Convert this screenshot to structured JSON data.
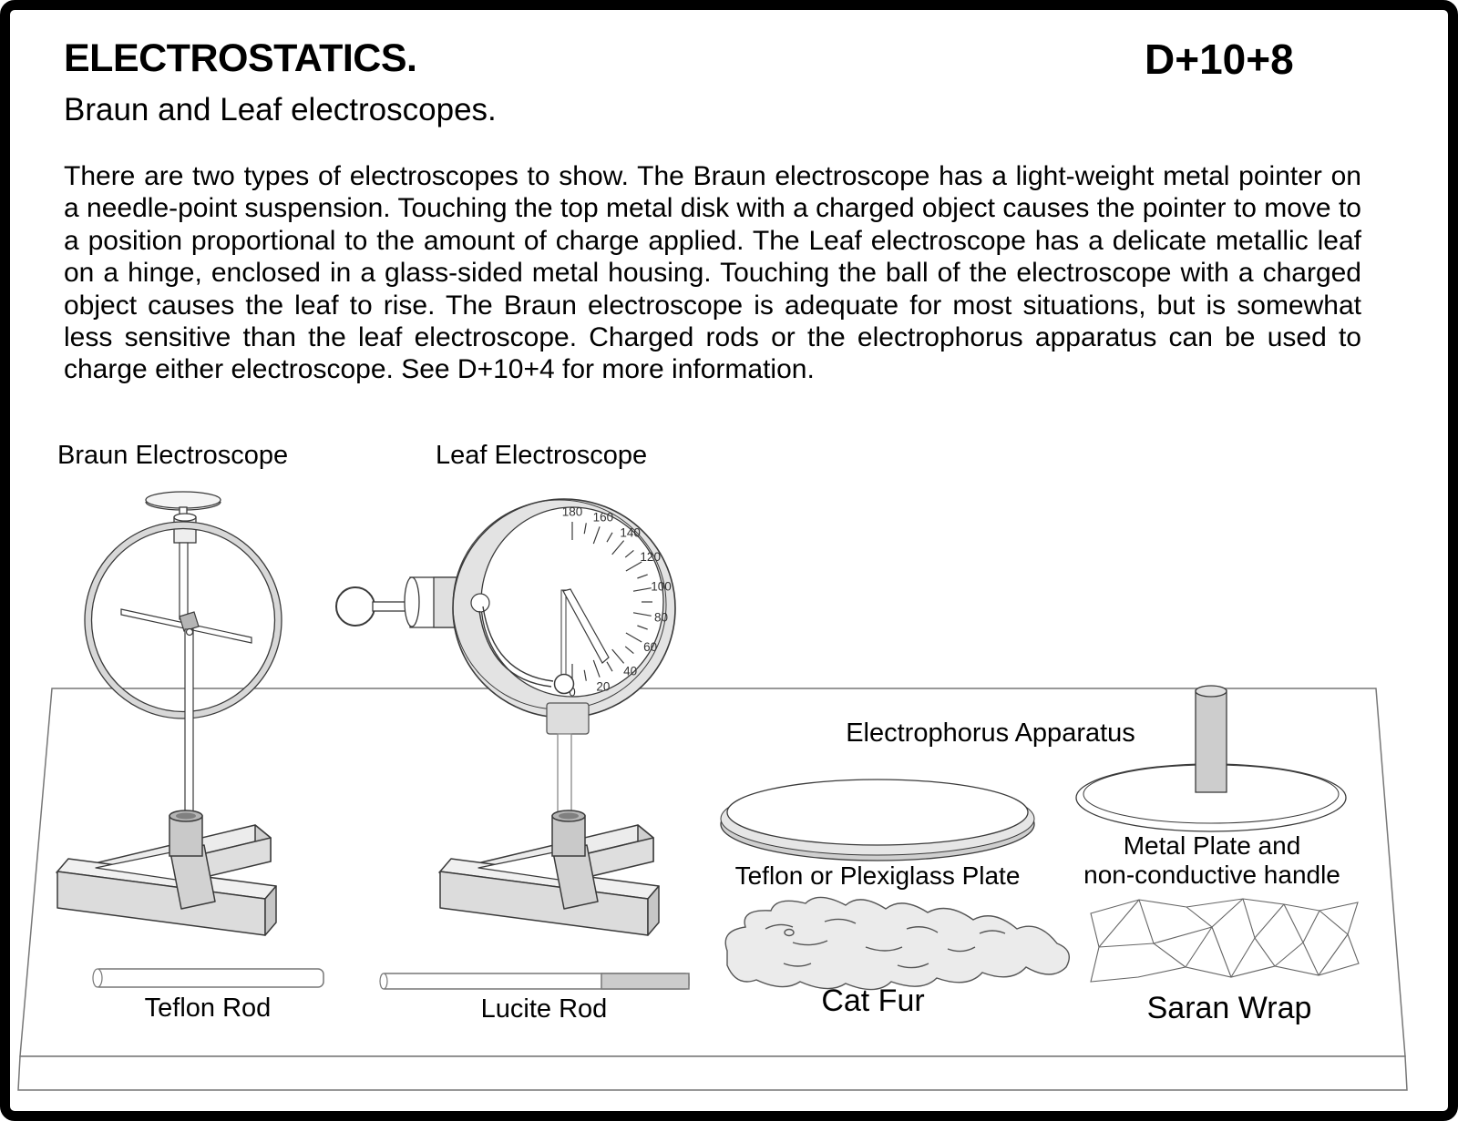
{
  "header": {
    "title": "ELECTROSTATICS.",
    "code": "D+10+8",
    "subtitle": "Braun and Leaf electroscopes."
  },
  "body_text": "There are two types of electroscopes to show. The Braun electroscope has a light-weight metal pointer on a needle-point suspension. Touching the top metal disk with a charged object causes the pointer to move to a position proportional to the amount of charge applied.  The Leaf electroscope has a delicate metallic leaf on a hinge, enclosed in a glass-sided metal housing.  Touching the ball of the electroscope  with a charged object causes the leaf to rise.  The Braun electroscope is adequate for most situations, but is somewhat less sensitive than the leaf electroscope. Charged rods or the electrophorus apparatus can be used to charge either electroscope. See D+10+4 for more information.",
  "figure": {
    "braun_label": "Braun Electroscope",
    "leaf_label": "Leaf Electroscope",
    "electrophorus_label": "Electrophorus Apparatus",
    "teflon_plate_label": "Teflon or Plexiglass Plate",
    "metal_plate_label_line1": "Metal Plate and",
    "metal_plate_label_line2": "non-conductive handle",
    "teflon_rod_label": "Teflon Rod",
    "lucite_rod_label": "Lucite Rod",
    "cat_fur_label": "Cat Fur",
    "saran_wrap_label": "Saran Wrap",
    "leaf_dial": {
      "min": 0,
      "max": 180,
      "tick_step": 10,
      "label_step": 20,
      "scale_labels": [
        "0",
        "20",
        "40",
        "60",
        "80",
        "100",
        "120",
        "140",
        "160",
        "180"
      ]
    }
  },
  "colors": {
    "ink": "#000000",
    "diagram_line": "#3a3a3a",
    "table_line": "#777777",
    "diagram_gray": "#e3e3e3"
  }
}
